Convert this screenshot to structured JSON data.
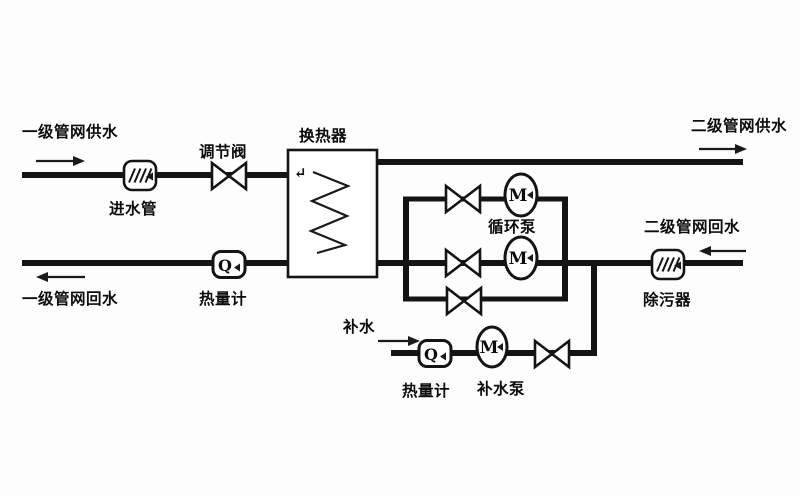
{
  "colors": {
    "line": "#141414",
    "background": "#fdfdfd",
    "text": "#0c0c0c"
  },
  "primary_circuit": {
    "supply_label": "一级管网供水",
    "return_label": "一级管网回水",
    "inlet_pipe_label": "进水管",
    "control_valve_label": "调节阀",
    "heat_meter_label": "热量计"
  },
  "heat_exchanger": {
    "label": "换热器",
    "inlet_glyph": "↵"
  },
  "secondary_circuit": {
    "supply_label": "二级管网供水",
    "return_label": "二级管网回水",
    "circulation_pump_label": "循环泵",
    "dirt_separator_label": "除污器"
  },
  "makeup_line": {
    "water_label": "补水",
    "heat_meter_label": "热量计",
    "pump_label": "补水泵"
  },
  "glyphs": {
    "pump_motor": "M",
    "heat_meter": "Q"
  }
}
